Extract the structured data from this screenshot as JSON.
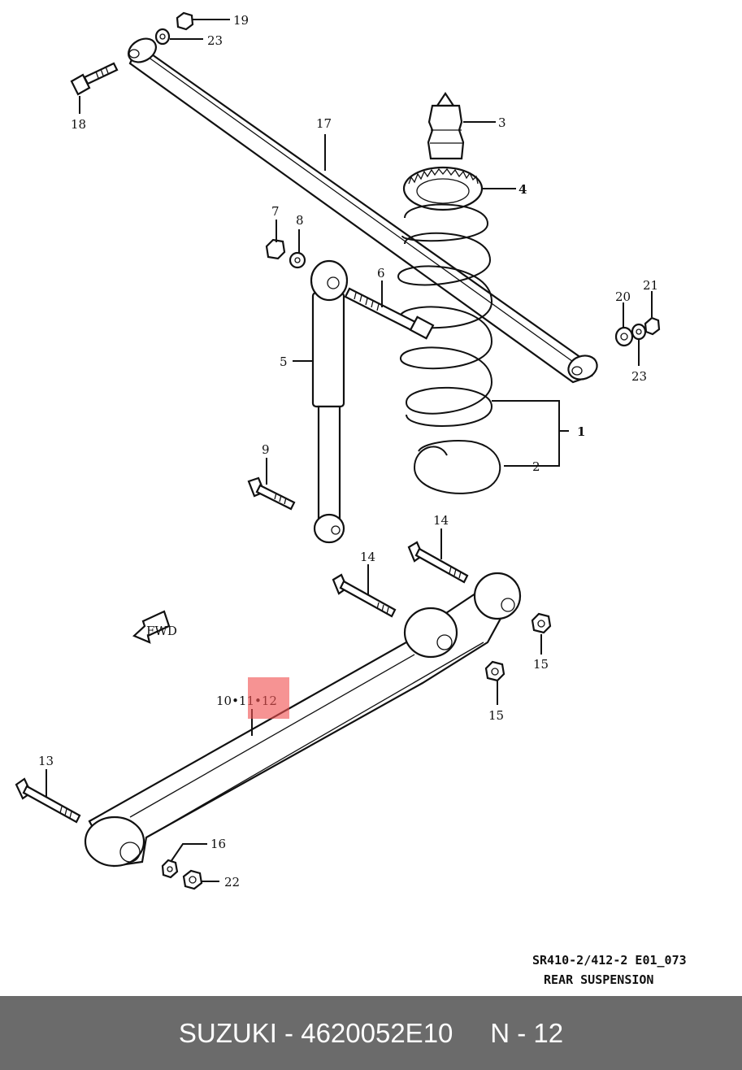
{
  "diagram": {
    "labels": {
      "l1": "1",
      "l2": "2",
      "l3": "3",
      "l4": "4",
      "l5": "5",
      "l6": "6",
      "l7": "7",
      "l8": "8",
      "l9": "9",
      "l13": "13",
      "l14a": "14",
      "l14b": "14",
      "l15a": "15",
      "l15b": "15",
      "l16": "16",
      "l17": "17",
      "l18": "18",
      "l19": "19",
      "l20": "20",
      "l21": "21",
      "l22": "22",
      "l23a": "23",
      "l23b": "23",
      "l10_11_12": "10•11•12",
      "fwd": "FWD"
    },
    "reference_code": "SR410-2/412-2 E01_073",
    "section_title": "REAR SUSPENSION"
  },
  "footer": {
    "text": "SUZUKI - 4620052E10     N - 12"
  },
  "colors": {
    "footer_bg": "#6b6b6b",
    "highlight": "#f05050"
  },
  "highlighted_part": "10•11•12"
}
